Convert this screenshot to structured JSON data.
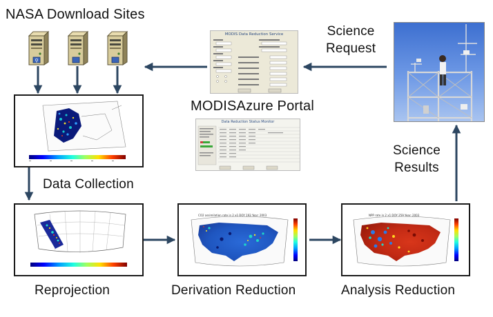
{
  "labels": {
    "nasa_sites": "NASA Download Sites",
    "science_request": "Science\nRequest",
    "portal": "MODISAzure Portal",
    "science_results": "Science\nResults",
    "data_collection": "Data Collection",
    "reprojection": "Reprojection",
    "derivation_reduction": "Derivation Reduction",
    "analysis_reduction": "Analysis Reduction"
  },
  "portal_windows": {
    "service_title": "MODIS Data Reduction Service",
    "monitor_title": "Data Reduction Status Monitor"
  },
  "maps": {
    "derivation_title": "CO2 assimilation rate in 2 x1 DOY 193 Year: 2003",
    "analysis_title": "NPP rate in 2 x1 DOY 259 Year: 2003"
  },
  "colors": {
    "arrow": "#2c4661",
    "box_border": "#1a1a1a",
    "jet_scale": [
      "#00007f",
      "#0000ff",
      "#00a0ff",
      "#20ffdf",
      "#9fff60",
      "#ffe000",
      "#ff4000",
      "#7f0000"
    ]
  }
}
